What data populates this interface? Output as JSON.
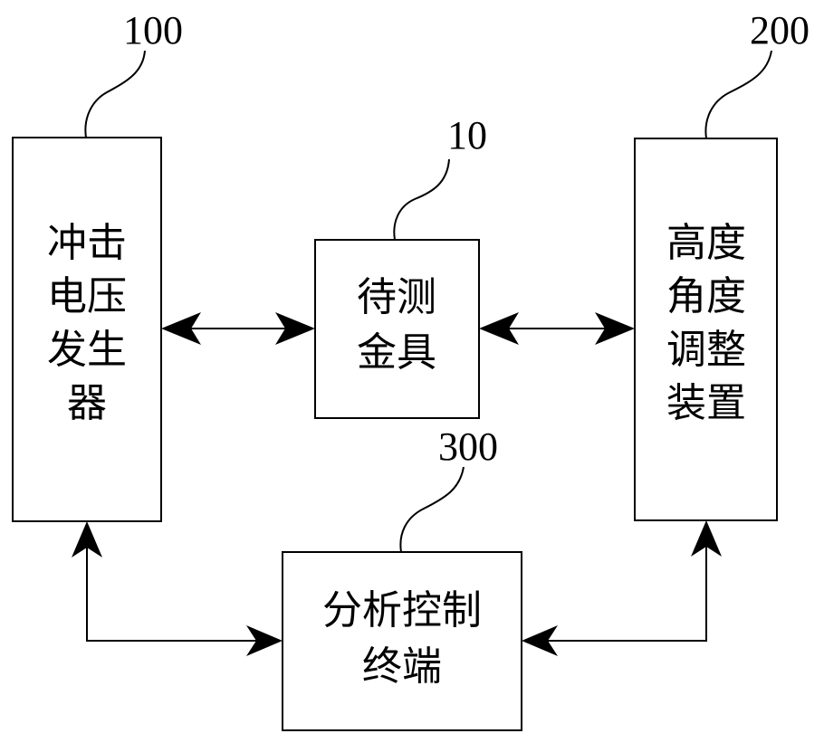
{
  "blocks": {
    "generator": {
      "ref": "100",
      "lines": [
        "冲击",
        "电压",
        "发生",
        "器"
      ]
    },
    "fitting": {
      "ref": "10",
      "lines": [
        "待测",
        "金具"
      ]
    },
    "adjuster": {
      "ref": "200",
      "lines": [
        "高度",
        "角度",
        "调整",
        "装置"
      ]
    },
    "terminal": {
      "ref": "300",
      "lines": [
        "分析控制",
        "终端"
      ]
    }
  },
  "colors": {
    "line": "#000000",
    "background": "#ffffff"
  }
}
